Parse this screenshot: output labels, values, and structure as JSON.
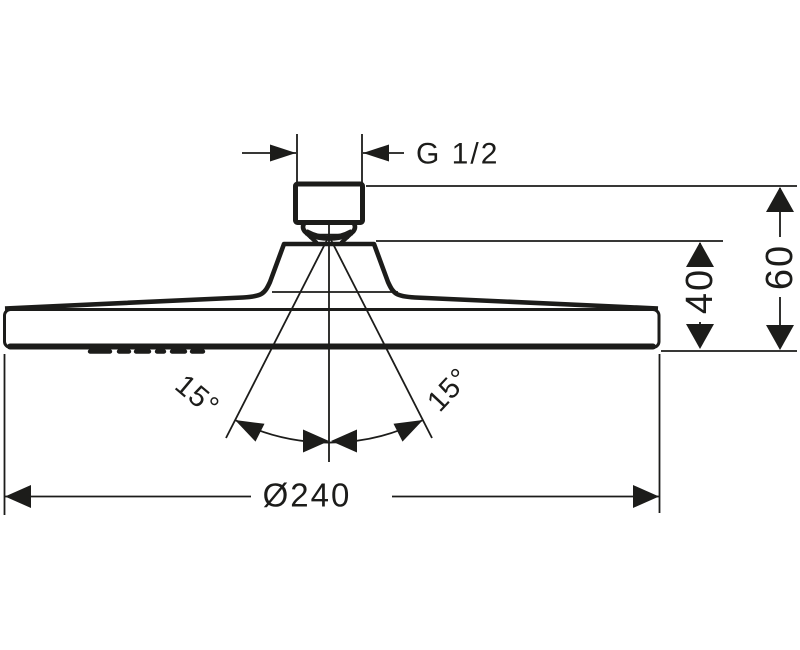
{
  "drawing": {
    "type": "technical-dimension-drawing",
    "ink_color": "#1c1c1a",
    "background_color": "#ffffff",
    "dimensions": {
      "thread": "G 1/2",
      "total_height": "60",
      "body_height": "40",
      "diameter": "Ø240",
      "spray_angle_left": "15°",
      "spray_angle_right": "15°"
    }
  }
}
